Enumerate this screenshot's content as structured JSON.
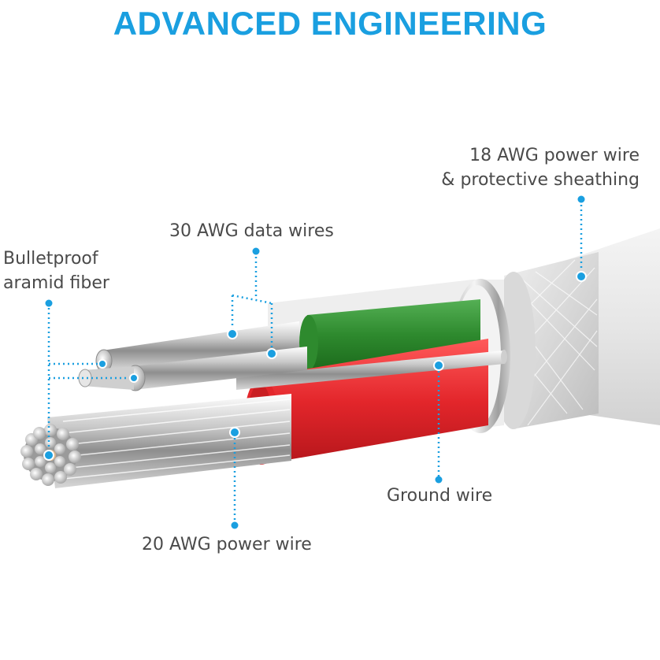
{
  "title": "ADVANCED ENGINEERING",
  "labels": {
    "power18": [
      "18 AWG power wire",
      "& protective sheathing"
    ],
    "data30": "30 AWG data wires",
    "aramid": [
      "Bulletproof",
      "aramid fiber"
    ],
    "ground": "Ground wire",
    "power20": "20 AWG power wire"
  },
  "colors": {
    "title": "#1a9fe0",
    "callout": "#1a9fe0",
    "label": "#4a4a4a",
    "green_insulation": "#2e8a2e",
    "red_insulation": "#e3262b",
    "braid": "#dcdcdc",
    "jacket": "#eaeaea"
  },
  "icons": {
    "callout_marker": "dot-icon"
  }
}
